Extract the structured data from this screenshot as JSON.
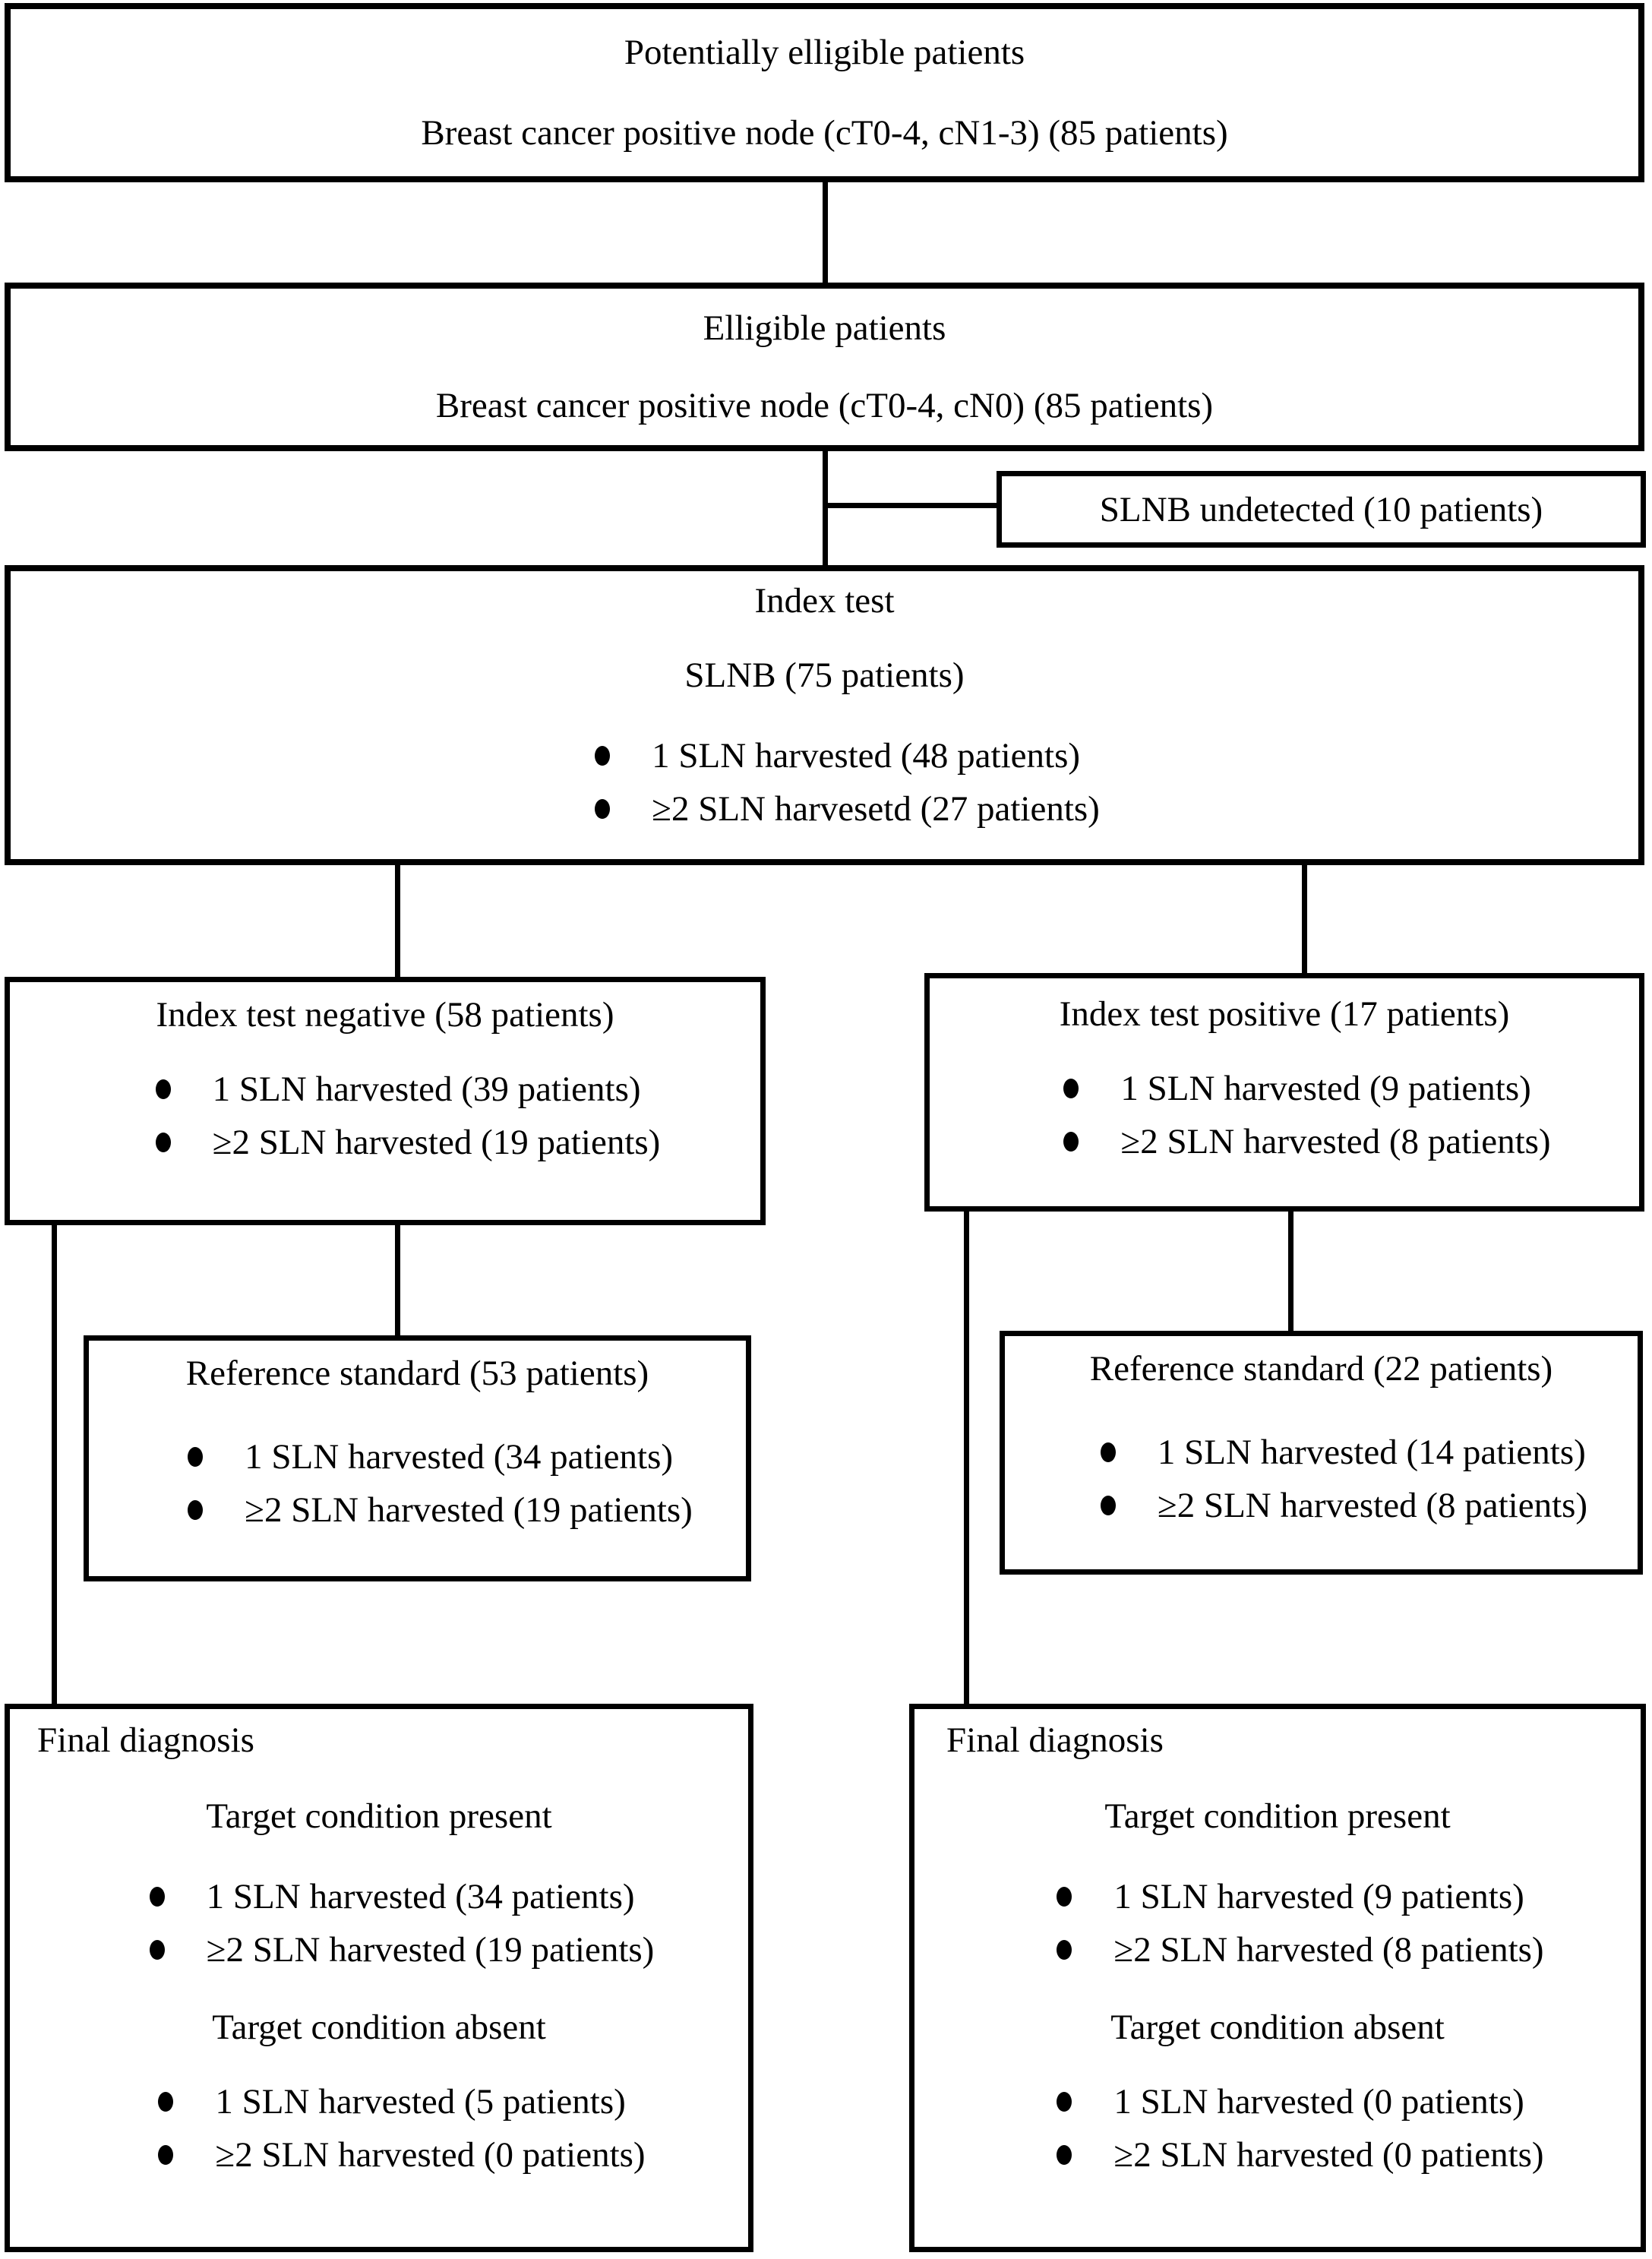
{
  "colors": {
    "text": "#000000",
    "line": "#000000",
    "background": "#ffffff"
  },
  "boxes": {
    "potentially_eligible": {
      "title": "Potentially elligible patients",
      "subtitle": "Breast cancer positive node (cT0-4, cN1-3) (85 patients)"
    },
    "eligible": {
      "title": "Elligible patients",
      "subtitle": "Breast cancer positive node (cT0-4, cN0) (85 patients)"
    },
    "slnb_undetected": {
      "label": "SLNB undetected (10 patients)"
    },
    "index_test": {
      "title": "Index test",
      "subtitle": "SLNB (75 patients)",
      "bullets": [
        "1 SLN harvested (48 patients)",
        "≥2 SLN harvesetd (27 patients)"
      ]
    },
    "index_test_negative": {
      "title": "Index test negative (58 patients)",
      "bullets": [
        "1 SLN harvested (39 patients)",
        "≥2 SLN harvested (19 patients)"
      ]
    },
    "index_test_positive": {
      "title": "Index test positive (17 patients)",
      "bullets": [
        "1 SLN harvested (9 patients)",
        "≥2 SLN harvested (8 patients)"
      ]
    },
    "reference_standard_negative": {
      "title": "Reference standard (53 patients)",
      "bullets": [
        "1 SLN harvested (34 patients)",
        "≥2 SLN harvested (19 patients)"
      ]
    },
    "reference_standard_positive": {
      "title": "Reference standard (22 patients)",
      "bullets": [
        "1 SLN harvested (14 patients)",
        "≥2 SLN harvested (8 patients)"
      ]
    },
    "final_diagnosis_negative": {
      "title": "Final diagnosis",
      "present_heading": "Target condition present",
      "present_bullets": [
        "1 SLN harvested (34 patients)",
        "≥2 SLN harvested (19 patients)"
      ],
      "absent_heading": "Target condition absent",
      "absent_bullets": [
        "1 SLN harvested (5 patients)",
        "≥2 SLN harvested (0 patients)"
      ]
    },
    "final_diagnosis_positive": {
      "title": "Final diagnosis",
      "present_heading": "Target condition present",
      "present_bullets": [
        "1 SLN harvested (9 patients)",
        "≥2 SLN harvested (8 patients)"
      ],
      "absent_heading": "Target condition absent",
      "absent_bullets": [
        "1 SLN harvested (0 patients)",
        "≥2 SLN harvested (0 patients)"
      ]
    }
  }
}
